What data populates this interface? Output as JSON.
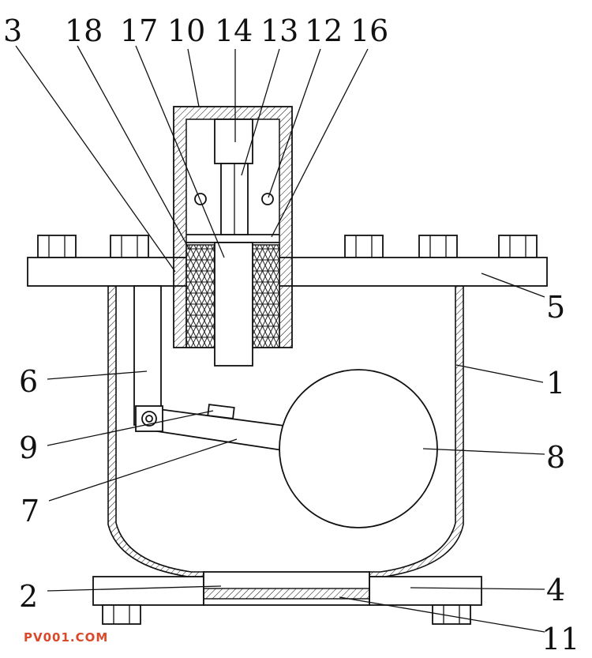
{
  "callouts": {
    "l3": "3",
    "l18": "18",
    "l17": "17",
    "l10": "10",
    "l14": "14",
    "l13": "13",
    "l12": "12",
    "l16": "16",
    "l5": "5",
    "l1": "1",
    "l6": "6",
    "l9": "9",
    "l8": "8",
    "l7": "7",
    "l2": "2",
    "l4": "4",
    "l11": "11"
  },
  "watermark": "PV001.COM"
}
